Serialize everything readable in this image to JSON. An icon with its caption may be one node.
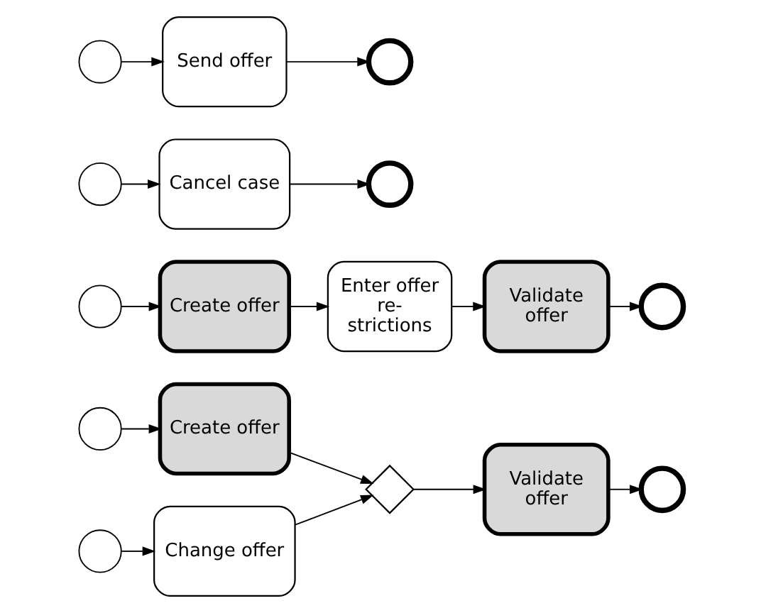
{
  "diagram": {
    "nodes": [
      {
        "text": [],
        "shape": "circle"
      },
      {
        "text": [
          "Create offer"
        ]
      },
      {
        "text": [],
        "shape": "circle"
      },
      {
        "text": [
          "Change offer"
        ]
      },
      {
        "text": [],
        "shape": "diamond"
      },
      {
        "text": [
          "Validate offer"
        ]
      },
      {
        "text": [],
        "shape": "circle"
      },
      {
        "text": [],
        "shape": "circle"
      },
      {
        "text": [
          "Create offer"
        ]
      },
      {
        "text": [
          "Enter offer re- strictions"
        ]
      },
      {
        "text": [
          "Validate offer"
        ]
      },
      {
        "text": [],
        "shape": "circle"
      },
      {
        "text": [],
        "shape": "circle"
      },
      {
        "text": [
          "Cancel case"
        ]
      },
      {
        "text": [],
        "shape": "circle"
      },
      {
        "text": [],
        "shape": "circle"
      },
      {
        "text": [
          "Send offer"
        ]
      },
      {
        "text": [],
        "shape": "circle"
      }
    ],
    "edges": [
      {
        "from": 0,
        "to": 1,
        "arrow": "to"
      },
      {
        "from": 2,
        "to": 3,
        "arrow": "to"
      },
      {
        "from": 1,
        "to": 4,
        "arrow": "to"
      },
      {
        "from": 3,
        "to": 4,
        "arrow": "to"
      },
      {
        "from": 4,
        "to": 5,
        "arrow": "to"
      },
      {
        "from": 5,
        "to": 6,
        "arrow": "to"
      },
      {
        "from": 7,
        "to": 8,
        "arrow": "to"
      },
      {
        "from": 8,
        "to": 9,
        "arrow": "to"
      },
      {
        "from": 9,
        "to": 10,
        "arrow": "to"
      },
      {
        "from": 10,
        "to": 11,
        "arrow": "to"
      },
      {
        "from": 12,
        "to": 13,
        "arrow": "to"
      },
      {
        "from": 13,
        "to": 14,
        "arrow": "to"
      },
      {
        "from": 15,
        "to": 16,
        "arrow": "to"
      },
      {
        "from": 16,
        "to": 17,
        "arrow": "to"
      }
    ]
  }
}
